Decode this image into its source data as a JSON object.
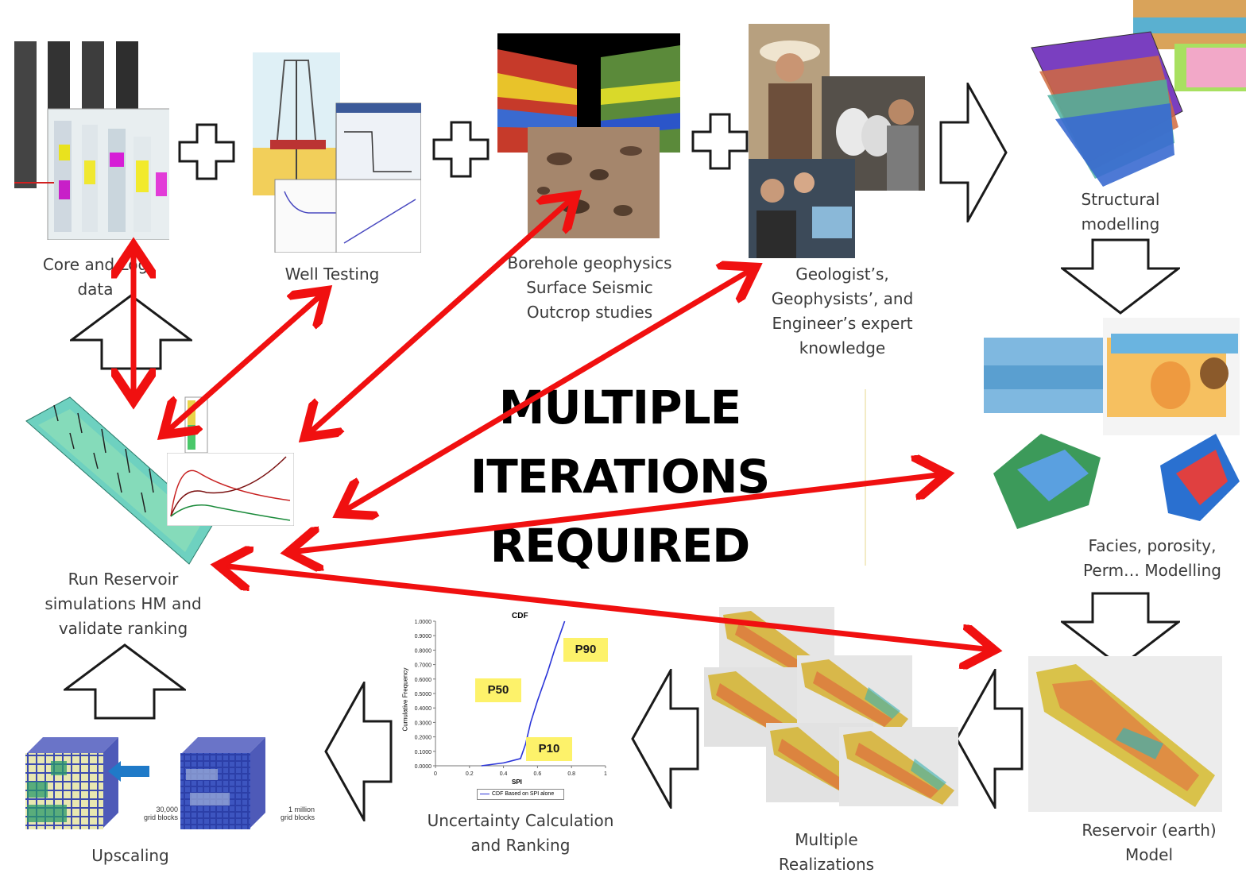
{
  "labels": {
    "core_log": "Core and Log\ndata",
    "well_testing": "Well Testing",
    "geophysics": "Borehole geophysics\nSurface Seismic\nOutcrop studies",
    "expert": "Geologist’s,\nGeophysists’, and\nEngineer’s  expert\nknowledge",
    "structural": "Structural\nmodelling",
    "facies": "Facies, porosity,\nPerm… Modelling",
    "reservoir_model": "Reservoir (earth)\nModel",
    "realizations": "Multiple\nRealizations",
    "uncertainty": "Uncertainty  Calculation\nand Ranking",
    "upscaling": "Upscaling",
    "simulation": "Run Reservoir\nsimulations HM and\nvalidate ranking"
  },
  "center_text": "MULTIPLE\nITERATIONS\nREQUIRED",
  "upscaling_figure": {
    "small_grid_label": "30,000\ngrid blocks",
    "large_grid_label": "1 million\ngrid blocks"
  },
  "cdf_chart": {
    "title": "CDF",
    "ylabel": "Cumulative Frequency",
    "xlabel": "SPI",
    "legend": "CDF Based on SPI alone",
    "p90": "P90",
    "p50": "P50",
    "p10": "P10",
    "y_ticks": [
      "1.0000",
      "0.9000",
      "0.8000",
      "0.7000",
      "0.6000",
      "0.5000",
      "0.4000",
      "0.3000",
      "0.2000",
      "0.1000",
      "0.0000"
    ],
    "x_ticks": [
      "0",
      "0.2",
      "0.4",
      "0.6",
      "0.8",
      "1"
    ]
  },
  "colors": {
    "arrow_red": "#f01010",
    "outline_arrow": "#1a1a1a",
    "label_text": "#3b3b3b"
  }
}
